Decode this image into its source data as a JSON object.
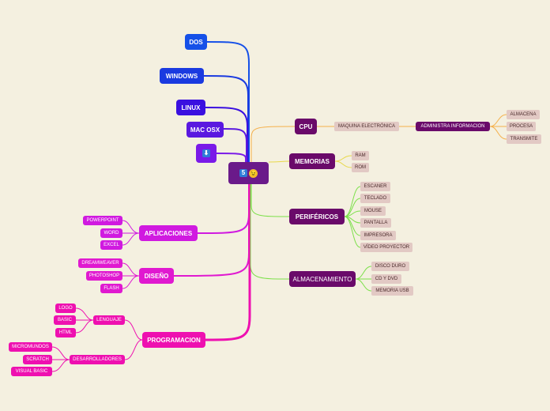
{
  "central": {
    "number_glyph": "5",
    "face_glyph": "😉"
  },
  "left_top": {
    "dos": "DOS",
    "windows": "WINDOWS",
    "linux": "LINUX",
    "macosx": "MAC OSX",
    "download_icon_glyph": "⬇"
  },
  "aplicaciones": {
    "label": "APLICACIONES",
    "items": [
      "POWERPOINT",
      "WORD",
      "EXCEL"
    ]
  },
  "diseno": {
    "label": "DISEÑO",
    "items": [
      "DREAMWEAVER",
      "PHOTOSHOP",
      "FLASH"
    ]
  },
  "programacion": {
    "label": "PROGRAMACION",
    "lenguaje": {
      "label": "LENGUAJE",
      "items": [
        "LOGO",
        "BASIC",
        "HTML"
      ]
    },
    "desarrolladores": {
      "label": "DESARROLLADORES",
      "items": [
        "MICROMUNDOS",
        "SCRATCH",
        "VISUAL BASIC"
      ]
    }
  },
  "cpu": {
    "label": "CPU",
    "maquina": "MAQUINA ELECTRÓNICA",
    "administra": "ADMINISTRA INFORMACION",
    "items": [
      "ALMACENA",
      "PROCESA",
      "TRANSMITE"
    ]
  },
  "memorias": {
    "label": "MEMORIAS",
    "items": [
      "RAM",
      "ROM"
    ]
  },
  "perifericos": {
    "label": "PERIFÉRICOS",
    "items": [
      "ESCANER",
      "TECLADO",
      "MOUSE",
      "PANTALLA",
      "IMPRESORA",
      "VÍDEO PROYECTOR"
    ]
  },
  "almacenamiento": {
    "label": "ALMACENAMIENTO",
    "items": [
      "DISCO DURO",
      "CD Y DVD",
      "MEMORIA USB"
    ]
  },
  "colors": {
    "background": "#f4f0e0",
    "central": "#6a1a8a",
    "blue": "#1550e8",
    "indigo": "#3410e0",
    "violet": "#7a1ae8",
    "magenta": "#d01ae0",
    "pink": "#ee10b0",
    "dark_purple": "#6a0a6a",
    "leaf_bg": "#e2c9c4",
    "line_orange": "#f5b04a",
    "line_yellow": "#e8d84a",
    "line_green": "#7ce04a"
  }
}
